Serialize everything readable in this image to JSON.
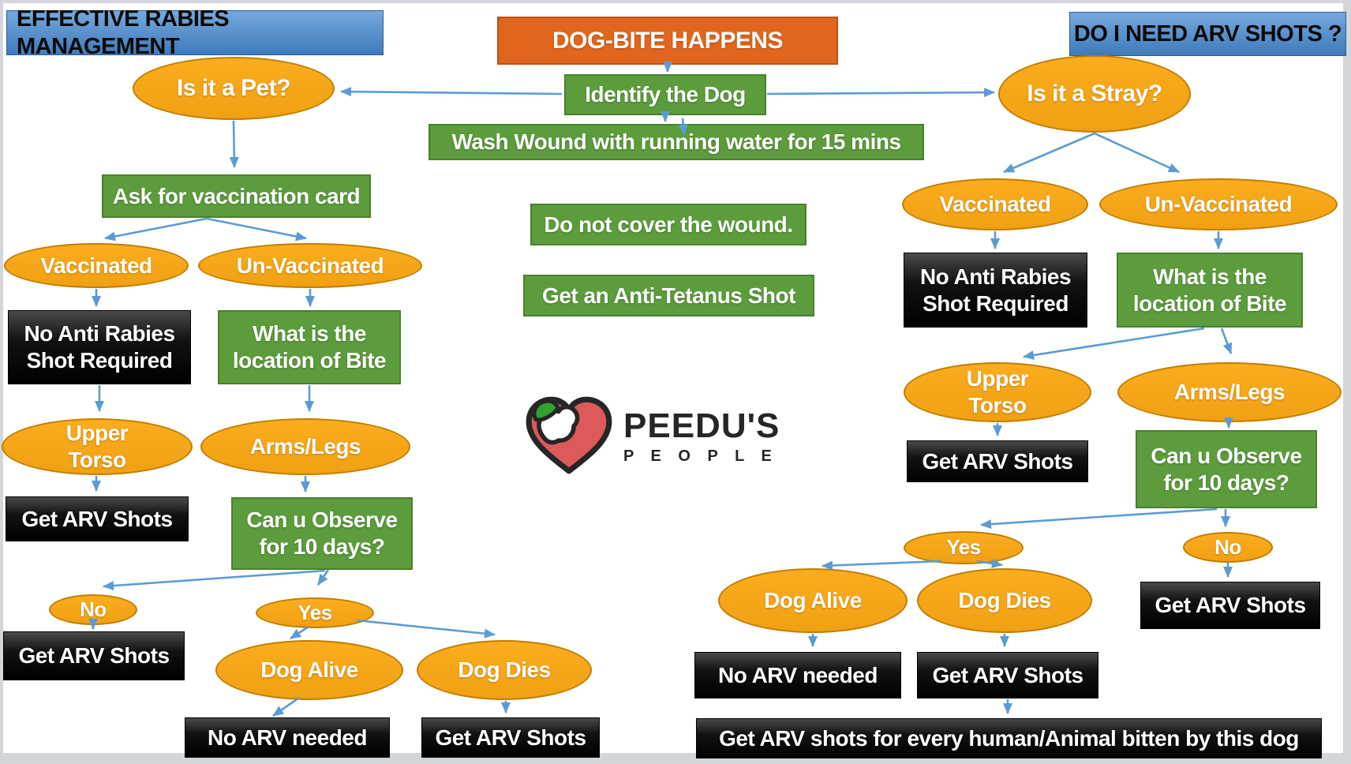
{
  "headers": {
    "left": "EFFECTIVE RABIES MANAGEMENT",
    "right": "DO I NEED ARV SHOTS ?"
  },
  "center": {
    "dog_bite": "DOG-BITE HAPPENS",
    "identify": "Identify the Dog",
    "wash": "Wash Wound with running water for 15 mins",
    "do_not_cover": "Do not cover the wound.",
    "tetanus": "Get an Anti-Tetanus Shot"
  },
  "left": {
    "pet": "Is it a Pet?",
    "ask": "Ask for vaccination card",
    "vaccinated": "Vaccinated",
    "unvaccinated": "Un-Vaccinated",
    "no_anti_rabies": "No Anti Rabies\nShot Required",
    "location": "What is the\nlocation of Bite",
    "upper_torso": "Upper\nTorso",
    "arms_legs": "Arms/Legs",
    "get_arv_1": "Get ARV Shots",
    "observe": "Can u Observe\nfor 10 days?",
    "no": "No",
    "yes": "Yes",
    "get_arv_2": "Get ARV Shots",
    "dog_alive": "Dog Alive",
    "dog_dies": "Dog Dies",
    "no_arv_needed": "No ARV needed",
    "get_arv_3": "Get ARV Shots"
  },
  "right": {
    "stray": "Is it a Stray?",
    "vaccinated": "Vaccinated",
    "unvaccinated": "Un-Vaccinated",
    "no_anti_rabies": "No Anti Rabies\nShot Required",
    "location": "What is the\nlocation of Bite",
    "upper_torso": "Upper\nTorso",
    "arms_legs": "Arms/Legs",
    "get_arv_1": "Get ARV Shots",
    "observe": "Can u Observe\nfor 10 days?",
    "yes": "Yes",
    "no": "No",
    "get_arv_2": "Get ARV Shots",
    "dog_alive": "Dog Alive",
    "dog_dies": "Dog Dies",
    "no_arv_needed": "No ARV needed",
    "get_arv_3": "Get ARV Shots"
  },
  "bottom_bar": "Get ARV shots for every human/Animal bitten by this dog",
  "logo": {
    "brand": "PEEDU'S",
    "subtitle": "P E O P L E"
  },
  "colors": {
    "arrow_blue": "#5B9BD5",
    "ellipse_gold": "#F5A61A",
    "ellipse_border": "#C07F00",
    "green_box": "#5C9C3C",
    "orange_box": "#E2651D",
    "header_blue": "#4A86C6",
    "black_box": "#000000",
    "logo_red": "#DC5A5A",
    "logo_green": "#2FA22F"
  }
}
